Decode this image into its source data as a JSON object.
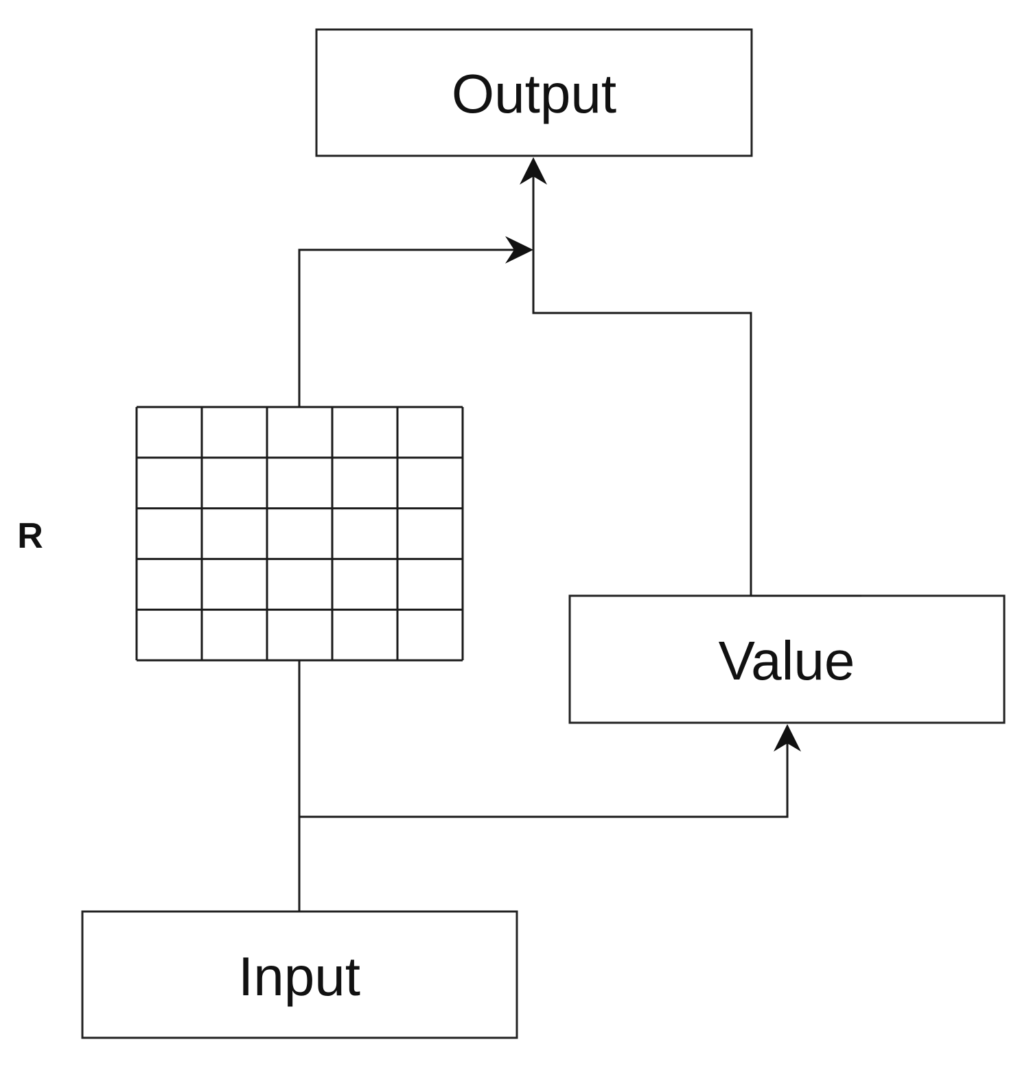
{
  "nodes": {
    "output": {
      "label": "Output"
    },
    "value": {
      "label": "Value"
    },
    "input": {
      "label": "Input"
    }
  },
  "matrix": {
    "label": "R",
    "rows": 5,
    "cols": 5
  },
  "colors": {
    "stroke": "#1a1a1a",
    "background": "#ffffff"
  }
}
